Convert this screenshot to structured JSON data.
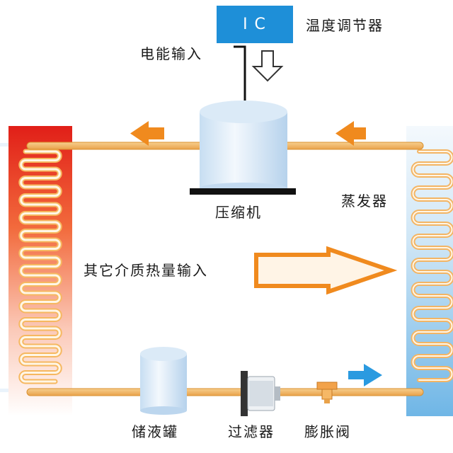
{
  "labels": {
    "ic": "IC",
    "thermostat": "温度调节器",
    "power_input": "电能输入",
    "compressor": "压缩机",
    "evaporator": "蒸发器",
    "heat_input": "其它介质热量输入",
    "receiver": "储液罐",
    "filter": "过滤器",
    "expansion_valve": "膨胀阀"
  },
  "colors": {
    "ic_box": "#1e8fd8",
    "pipe": "#f2b25c",
    "flow_arrow_orange": "#f08a1e",
    "flow_arrow_blue": "#2a9ae0",
    "condenser_hot": "#e2231a",
    "evaporator_cool": "#7fc0ea"
  }
}
